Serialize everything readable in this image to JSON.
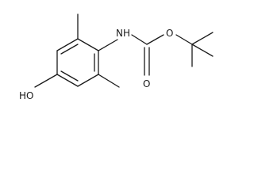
{
  "molecule": {
    "atom_labels": {
      "hydroxyl": "HO",
      "amide_nitrogen": "NH",
      "ester_oxygen": "O",
      "carbonyl_oxygen": "O"
    }
  },
  "colors": {
    "bond": "#1a1a1a",
    "background": "#ffffff"
  }
}
